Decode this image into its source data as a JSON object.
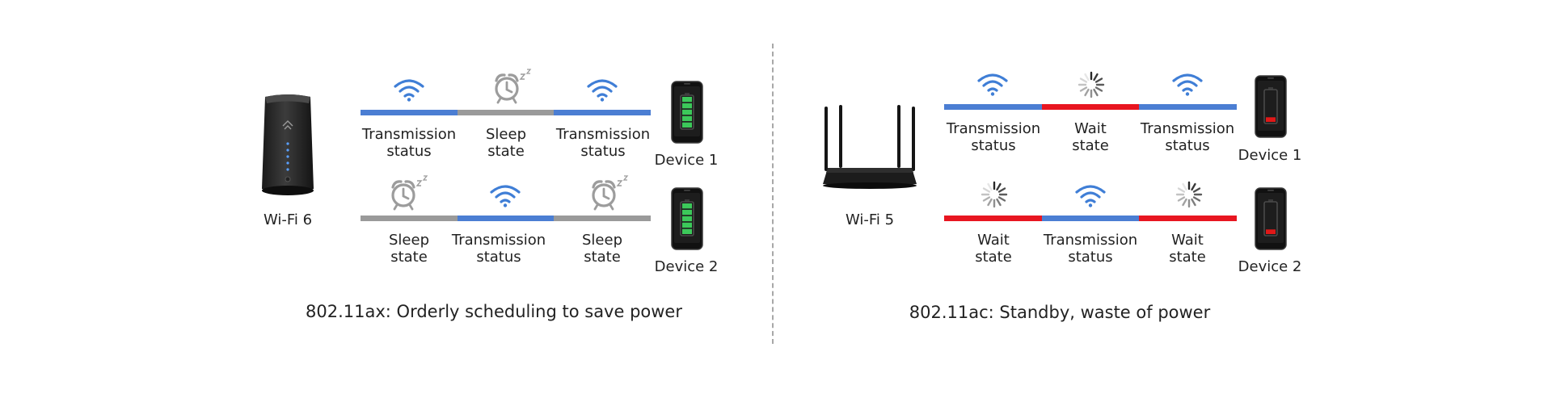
{
  "colors": {
    "transmission": "#4b7ed3",
    "sleep": "#9a9a9a",
    "wait": "#e81620",
    "wifi_icon": "#3f7ed6",
    "battery_green": "#3cc85a",
    "battery_red": "#e01818"
  },
  "icons": {
    "wifi": "wifi-icon",
    "sleep": "alarm-clock-sleep-icon",
    "wait": "loading-spinner-icon",
    "router_wifi6": "router-icon",
    "router_wifi5": "router-icon",
    "phone": "smartphone-icon"
  },
  "left": {
    "router_label": "Wi-Fi 6",
    "caption": "802.11ax: Orderly scheduling to save power",
    "device1": {
      "label": "Device 1",
      "battery_level": 1.0,
      "segments": [
        {
          "state": "transmission",
          "line1": "Transmission",
          "line2": "status"
        },
        {
          "state": "sleep",
          "line1": "Sleep",
          "line2": "state"
        },
        {
          "state": "transmission",
          "line1": "Transmission",
          "line2": "status"
        }
      ]
    },
    "device2": {
      "label": "Device 2",
      "battery_level": 1.0,
      "segments": [
        {
          "state": "sleep",
          "line1": "Sleep",
          "line2": "state"
        },
        {
          "state": "transmission",
          "line1": "Transmission",
          "line2": "status"
        },
        {
          "state": "sleep",
          "line1": "Sleep",
          "line2": "state"
        }
      ]
    }
  },
  "right": {
    "router_label": "Wi-Fi 5",
    "caption": "802.11ac: Standby, waste of power",
    "device1": {
      "label": "Device 1",
      "battery_level": 0.15,
      "segments": [
        {
          "state": "transmission",
          "line1": "Transmission",
          "line2": "status"
        },
        {
          "state": "wait",
          "line1": "Wait",
          "line2": "state"
        },
        {
          "state": "transmission",
          "line1": "Transmission",
          "line2": "status"
        }
      ]
    },
    "device2": {
      "label": "Device 2",
      "battery_level": 0.15,
      "segments": [
        {
          "state": "wait",
          "line1": "Wait",
          "line2": "state"
        },
        {
          "state": "transmission",
          "line1": "Transmission",
          "line2": "status"
        },
        {
          "state": "wait",
          "line1": "Wait",
          "line2": "state"
        }
      ]
    }
  }
}
